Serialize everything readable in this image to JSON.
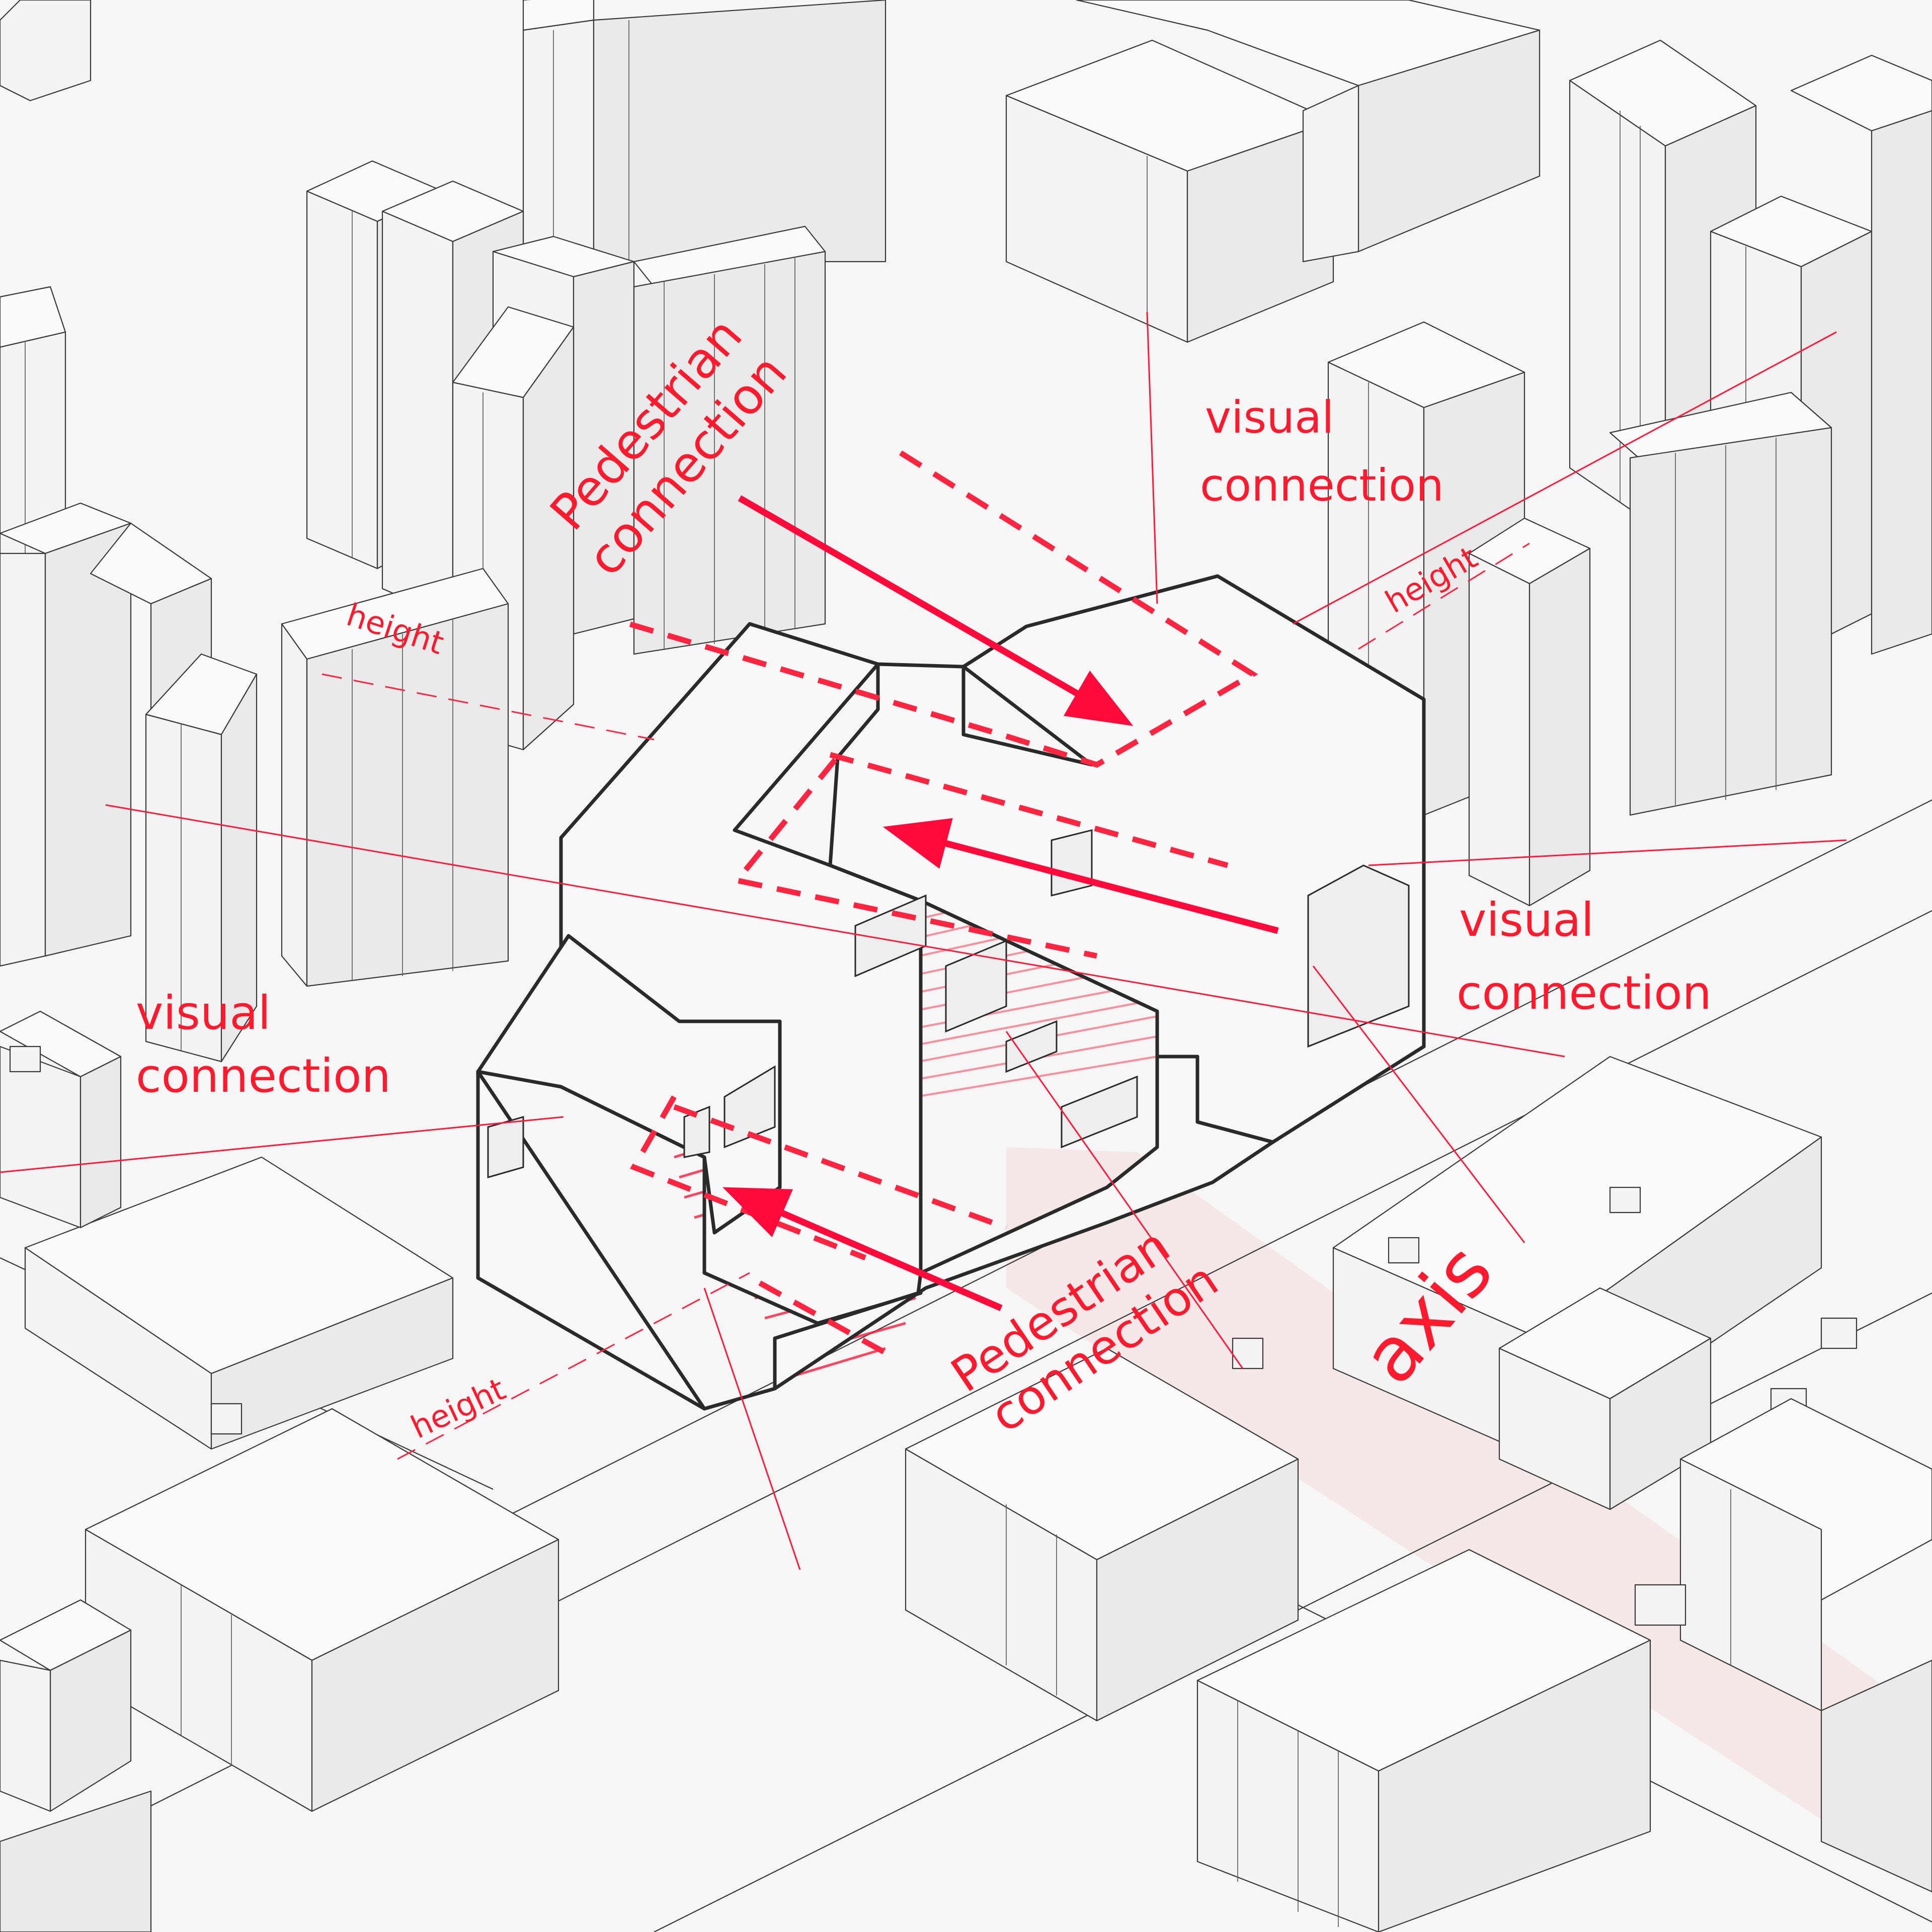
{
  "colors": {
    "accent_red": "#ff1a2e",
    "building_fill": "#f4f4f4",
    "building_stroke": "#3a3a3a",
    "background": "#f6f6f6"
  },
  "labels": {
    "pedestrian_top_line1": "Pedestrian",
    "pedestrian_top_line2": "connection",
    "visual_top_right_line1": "visual",
    "visual_top_right_line2": "connection",
    "visual_right_line1": "visual",
    "visual_right_line2": "connection",
    "visual_left_line1": "visual",
    "visual_left_line2": "connection",
    "pedestrian_bottom_line1": "Pedestrian",
    "pedestrian_bottom_line2": "connection",
    "height_left": "height",
    "height_right": "height",
    "height_bottom": "height",
    "axis": "axis"
  }
}
